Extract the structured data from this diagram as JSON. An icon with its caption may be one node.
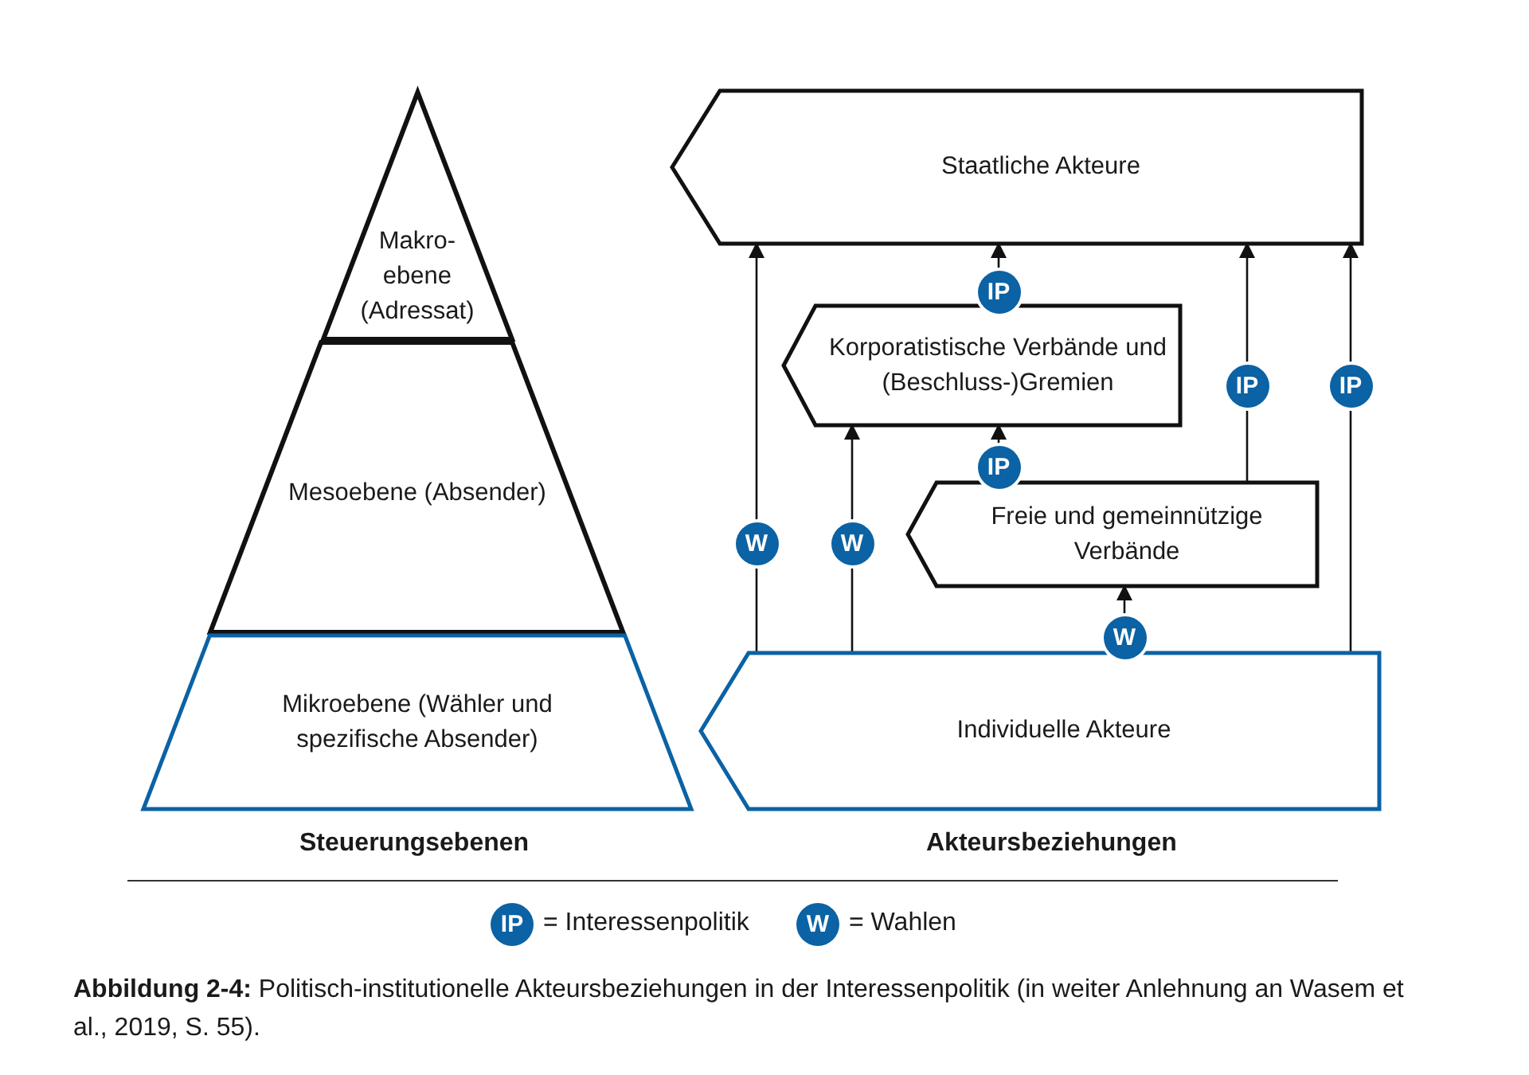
{
  "diagram": {
    "caption": "**Abbildung 2-4:**  Politisch-institutionelle Akteursbeziehungen in der Interessenpolitik (in weiter Anlehnung an Wasem et al., 2019, S. 55).",
    "nodes": [
      {
        "text": [
          "Makro- ebene (Adressat)"
        ]
      },
      {
        "text": [
          "Mesoebene (Absender)"
        ]
      },
      {
        "text": [
          "Mikroebene (Wähler und spezifische Absender)"
        ]
      },
      {
        "text": [
          "Staatliche Akteure"
        ]
      },
      {
        "text": [
          "Korporatistische Verbände und (Beschluss-)Gremien"
        ]
      },
      {
        "text": [
          "Freie und gemeinnützige Verbände"
        ]
      },
      {
        "text": [
          "Individuelle Akteure"
        ]
      }
    ],
    "edges": [
      {
        "from": 6,
        "to": 3,
        "arrow": "to",
        "label": "W"
      },
      {
        "from": 6,
        "to": 4,
        "arrow": "to",
        "label": "W"
      },
      {
        "from": 4,
        "to": 3,
        "arrow": "to",
        "label": "IP"
      },
      {
        "from": 5,
        "to": 4,
        "arrow": "to",
        "label": "IP"
      },
      {
        "from": 6,
        "to": 5,
        "arrow": "to",
        "label": "W"
      },
      {
        "from": 5,
        "to": 3,
        "arrow": "to",
        "label": "IP"
      },
      {
        "from": 6,
        "to": 3,
        "arrow": "to",
        "label": "IP"
      }
    ],
    "labels": [
      "Steuerungsebenen",
      "Akteursbeziehungen",
      "IP",
      "W"
    ],
    "legend": [
      {
        "text": "= Interessenpolitik",
        "color": "#0b62a4"
      },
      {
        "text": "= Wahlen",
        "color": "#0b62a4"
      }
    ]
  }
}
